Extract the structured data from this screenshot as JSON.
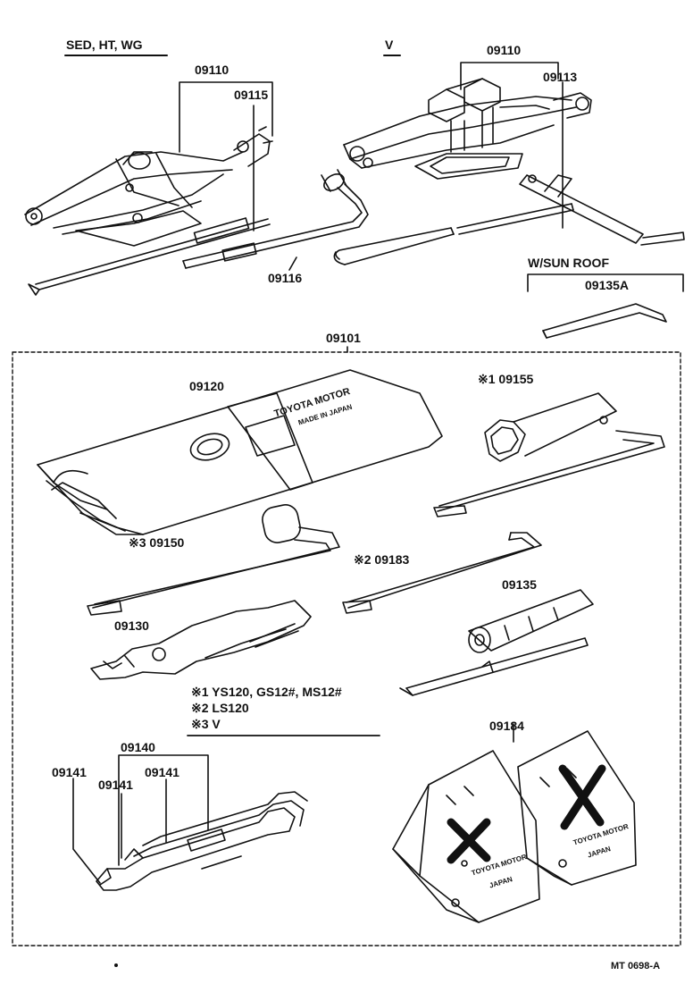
{
  "diagram": {
    "groups": {
      "sed_ht_wg": "SED, HT, WG",
      "v": "V",
      "sun_roof": "W/SUN ROOF"
    },
    "parts": {
      "p09110_left": "09110",
      "p09115": "09115",
      "p09116": "09116",
      "p09110_right": "09110",
      "p09113": "09113",
      "p09135A": "09135A",
      "p09101": "09101",
      "p09120": "09120",
      "p09155": "※1 09155",
      "p09150": "※3 09150",
      "p09183": "※2 09183",
      "p09135": "09135",
      "p09130": "09130",
      "p09140": "09140",
      "p09141_a": "09141",
      "p09141_b": "09141",
      "p09141_c": "09141",
      "p09184": "09184"
    },
    "notes": [
      "※1 YS120, GS12#, MS12#",
      "※2 LS120",
      "※3 V"
    ],
    "imprints": {
      "bag_line1": "TOYOTA MOTOR",
      "bag_line2": "MADE IN JAPAN",
      "chock_line1": "TOYOTA MOTOR",
      "chock_line2": "JAPAN"
    },
    "drawing_code": "MT 0698-A",
    "colors": {
      "ink": "#111111",
      "paper": "#ffffff"
    }
  }
}
